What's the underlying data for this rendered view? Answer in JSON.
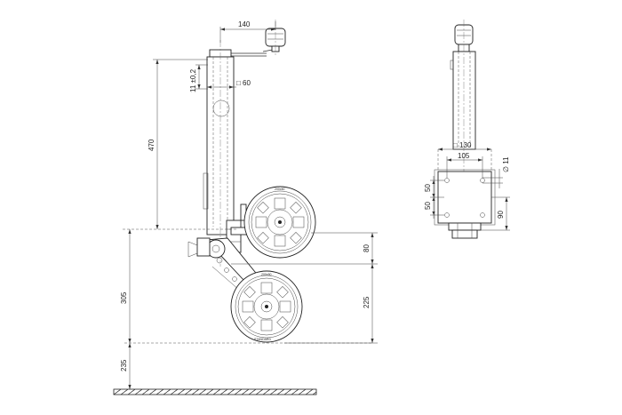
{
  "side_view": {
    "dims": {
      "crank_offset": "140",
      "pin_offset": "11 ±0,2",
      "tube_square": "□ 60",
      "height_470": "470",
      "clamp_80": "80",
      "wheel_225": "225",
      "total_305": "305",
      "ground_235": "235"
    },
    "tyre_text": {
      "upper": "200x50",
      "lower": "STANDARD"
    }
  },
  "front_view": {
    "dims": {
      "plate_square": "□ 130",
      "hole_spacing": "105",
      "hole_dia": "∅ 11",
      "v_50_upper": "50",
      "v_50_lower": "50",
      "v_90": "90"
    }
  }
}
